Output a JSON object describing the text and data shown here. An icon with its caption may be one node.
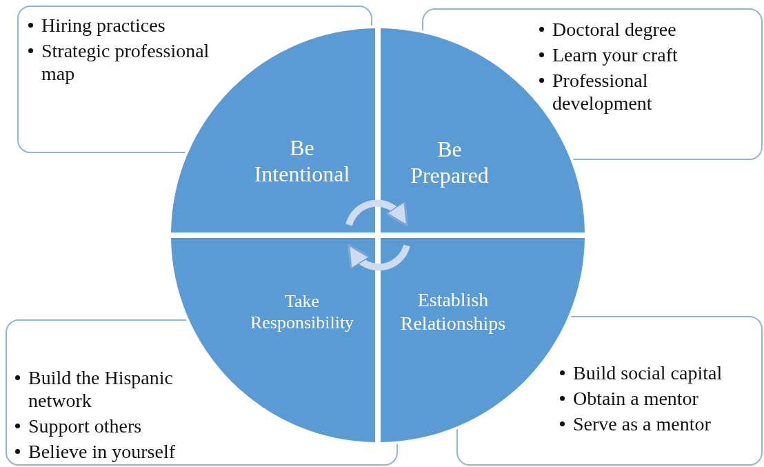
{
  "diagram": {
    "nodes": [
      {
        "text": [
          "Hiring practices",
          "Strategic professional map"
        ]
      },
      {
        "text": [
          "Doctoral degree",
          "Learn your craft",
          "Professional development"
        ]
      },
      {
        "text": [
          "Be Intentional"
        ]
      },
      {
        "text": [
          "Be Prepared"
        ]
      },
      {
        "text": [
          "Take Responsibility"
        ]
      },
      {
        "text": [
          "Establish Relationships"
        ]
      },
      {
        "text": [
          "Build the Hispanic network",
          "Support others",
          "Believe in yourself"
        ]
      },
      {
        "text": [
          "Build social capital",
          "Obtain a mentor",
          "Serve as a mentor"
        ]
      }
    ],
    "edges": [
      {
        "from": 2,
        "to": 3,
        "arrow": "to"
      },
      {
        "from": 5,
        "to": 4,
        "arrow": "to"
      }
    ]
  }
}
